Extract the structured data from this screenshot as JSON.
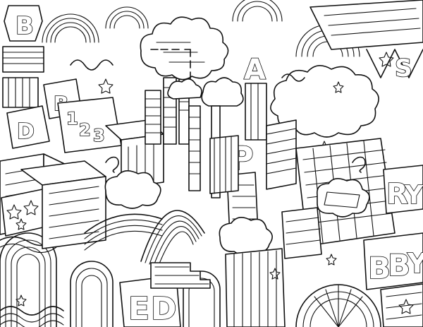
{
  "artwork": {
    "subject": "doodle-city-coloring-page",
    "style": "black line art on white",
    "colors": {
      "ink": "#111111",
      "paper": "#ffffff"
    },
    "letters_in_art": [
      "B",
      "E",
      "D",
      "B",
      "B",
      "Y",
      "P",
      "D",
      "S",
      "R",
      "A"
    ],
    "numbers_in_art": [
      "1",
      "2",
      "3"
    ]
  }
}
